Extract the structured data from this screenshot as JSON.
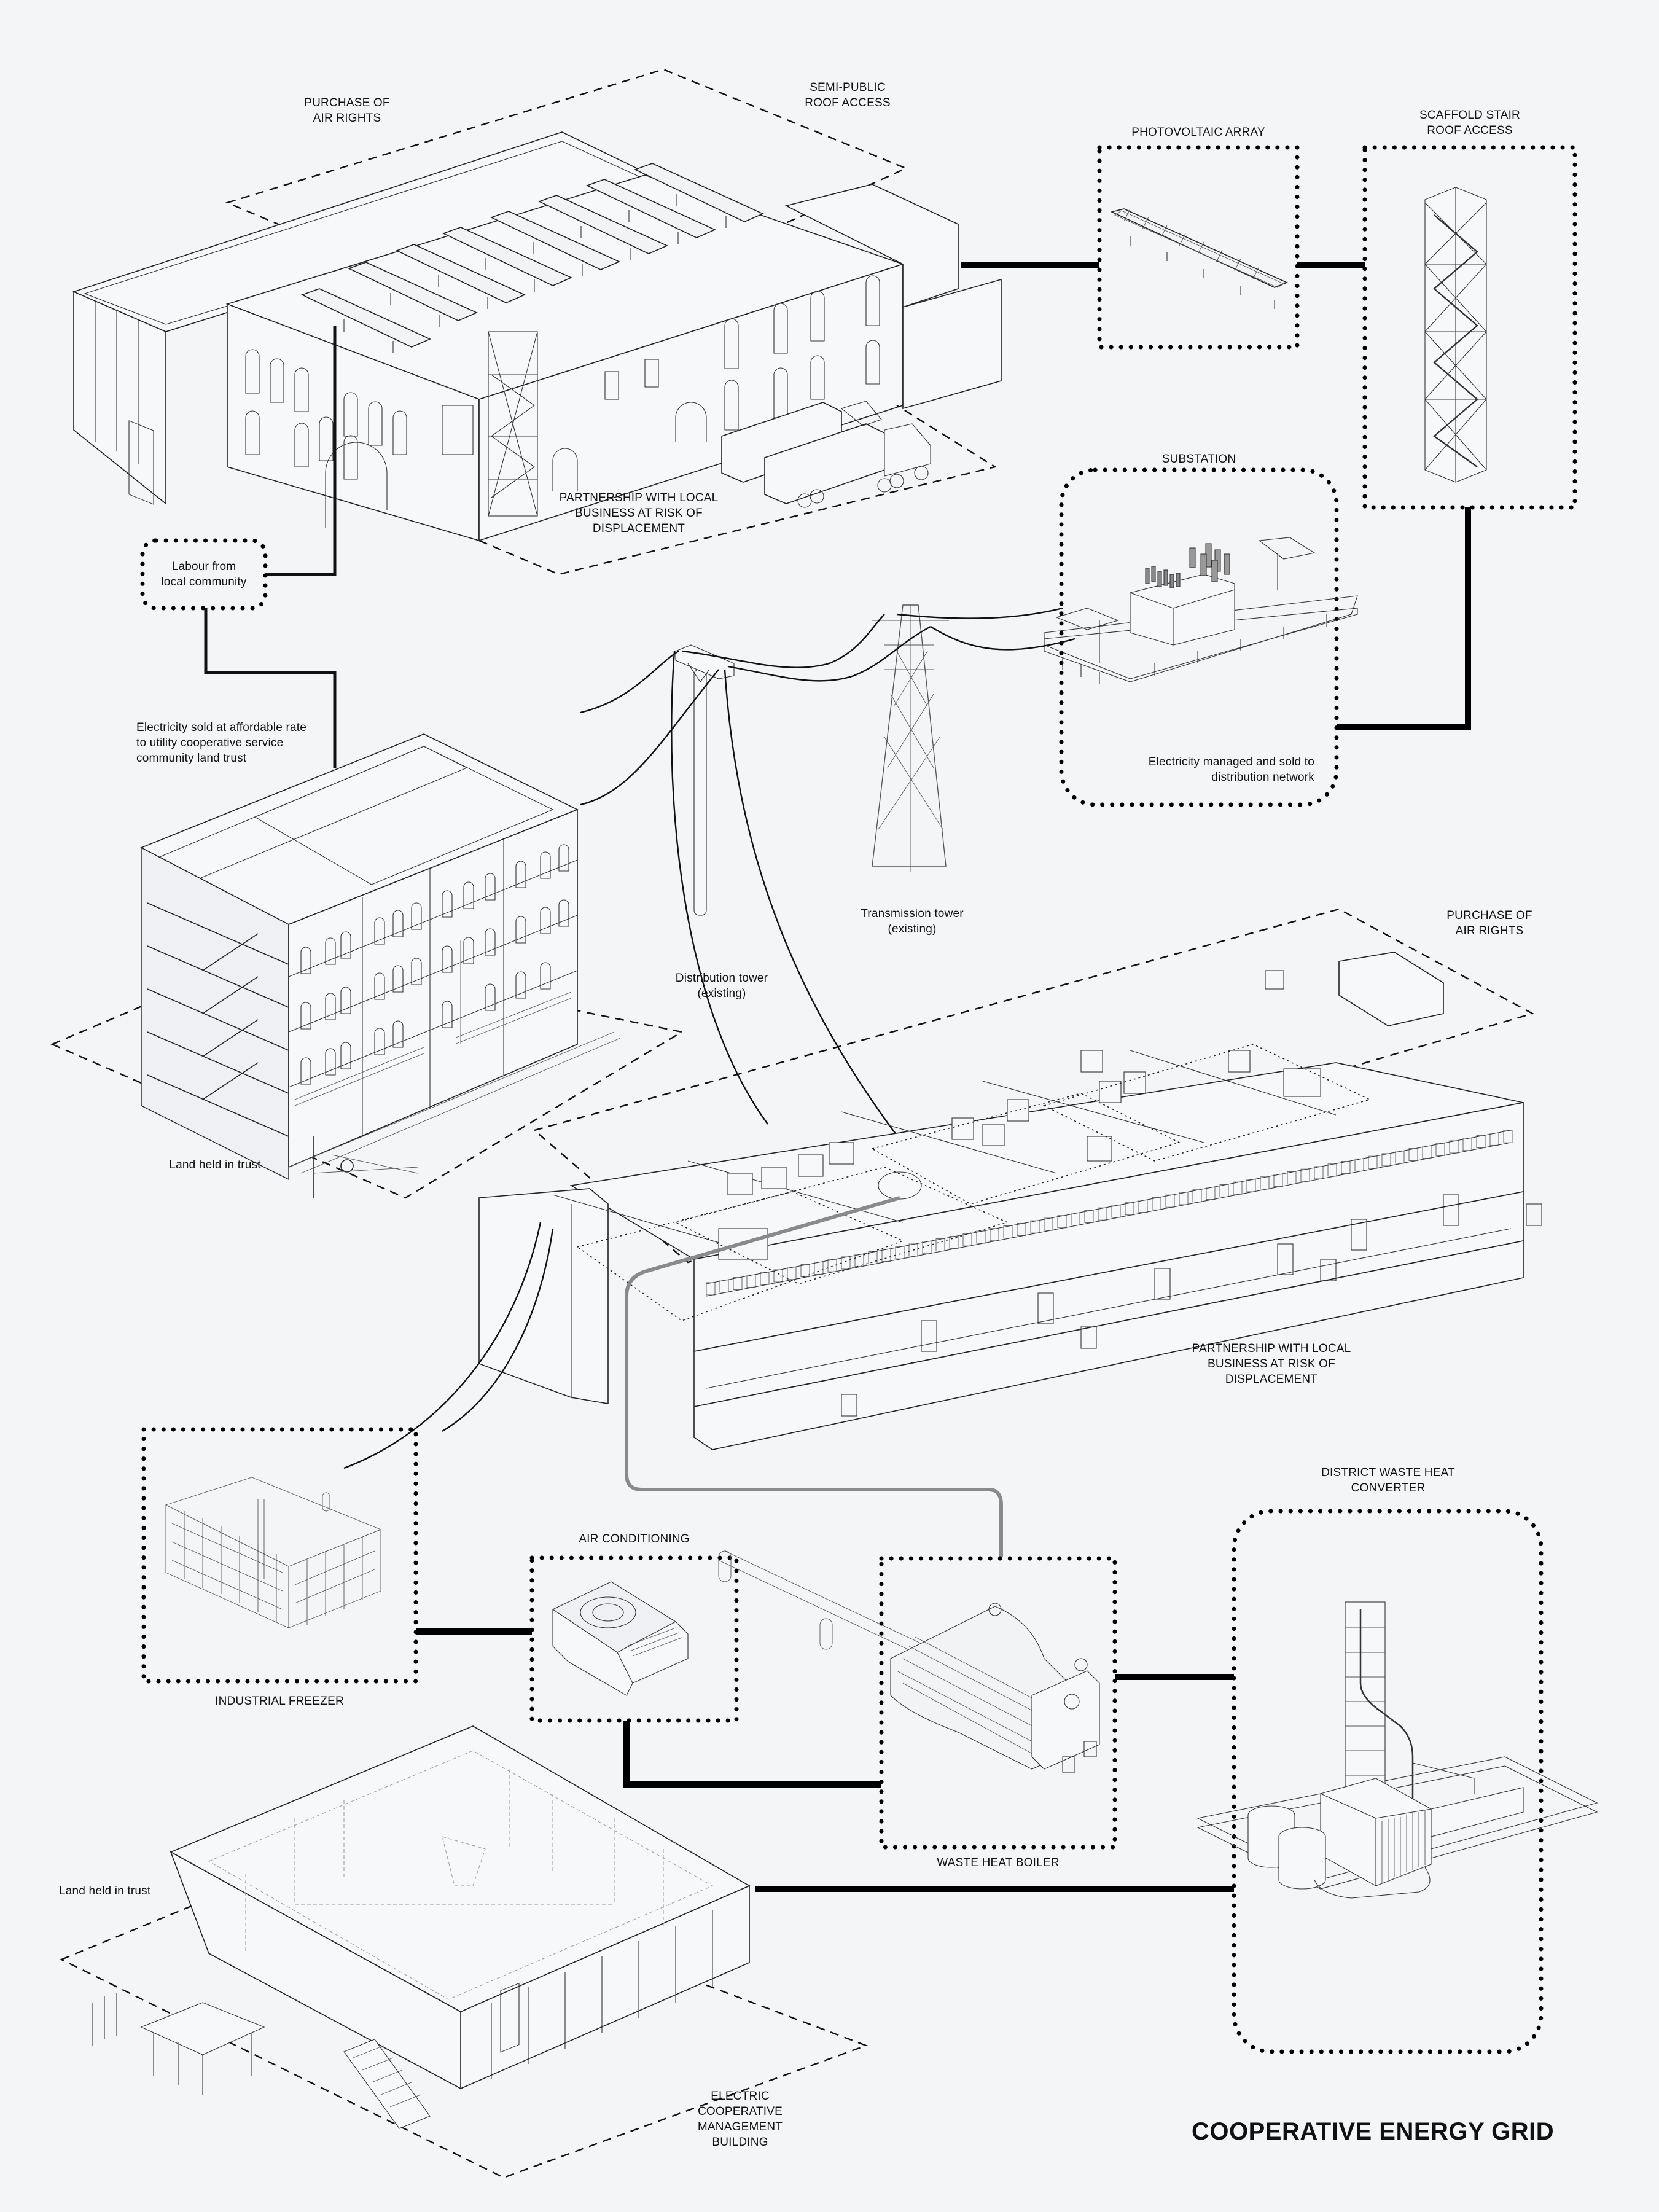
{
  "title": "COOPERATIVE ENERGY GRID",
  "labels": {
    "purchase_air_rights_top": "PURCHASE OF\nAIR RIGHTS",
    "semi_public_roof": "SEMI-PUBLIC\nROOF ACCESS",
    "photovoltaic_array": "PHOTOVOLTAIC ARRAY",
    "scaffold_stair": "SCAFFOLD STAIR\nROOF ACCESS",
    "partnership_top": "PARTNERSHIP WITH LOCAL\nBUSINESS AT RISK OF\nDISPLACEMENT",
    "labour": "Labour from\nlocal community",
    "substation": "SUBSTATION",
    "substation_note": "Electricity managed and sold to\ndistribution network",
    "electricity_sold": "Electricity sold at affordable rate\nto utility cooperative service\ncommunity land trust",
    "transmission_tower": "Transmission tower\n(existing)",
    "distribution_tower": "Distribution tower\n(existing)",
    "purchase_air_rights_mid": "PURCHASE OF\nAIR RIGHTS",
    "land_trust_mid": "Land held in trust",
    "partnership_mid": "PARTNERSHIP WITH LOCAL\nBUSINESS AT RISK OF\nDISPLACEMENT",
    "district_waste_heat": "DISTRICT WASTE HEAT\nCONVERTER",
    "air_conditioning": "AIR CONDITIONING",
    "industrial_freezer": "INDUSTRIAL FREEZER",
    "waste_heat_boiler": "WASTE HEAT BOILER",
    "land_trust_bottom": "Land held in trust",
    "management_building": "ELECTRIC\nCOOPERATIVE\nMANAGEMENT\nBUILDING"
  },
  "nodes": [
    {
      "id": "warehouse-pv",
      "name": "Warehouse with rooftop photovoltaics"
    },
    {
      "id": "photovoltaic-array",
      "name": "Photovoltaic array"
    },
    {
      "id": "scaffold-stair",
      "name": "Scaffold stair roof access"
    },
    {
      "id": "substation",
      "name": "Substation"
    },
    {
      "id": "transmission-tower",
      "name": "Transmission tower"
    },
    {
      "id": "distribution-tower",
      "name": "Distribution tower"
    },
    {
      "id": "rowhouses",
      "name": "Community land trust housing"
    },
    {
      "id": "cold-storage",
      "name": "Cold storage warehouse"
    },
    {
      "id": "industrial-freezer",
      "name": "Industrial freezer"
    },
    {
      "id": "air-conditioning",
      "name": "Air conditioning"
    },
    {
      "id": "waste-heat-boiler",
      "name": "Waste heat boiler"
    },
    {
      "id": "district-heat-converter",
      "name": "District waste heat converter"
    },
    {
      "id": "management-building",
      "name": "Electric cooperative management building"
    }
  ],
  "colors": {
    "background": "#f4f5f7",
    "ink": "#111111",
    "heat_pipe": "#8a8a8a"
  }
}
